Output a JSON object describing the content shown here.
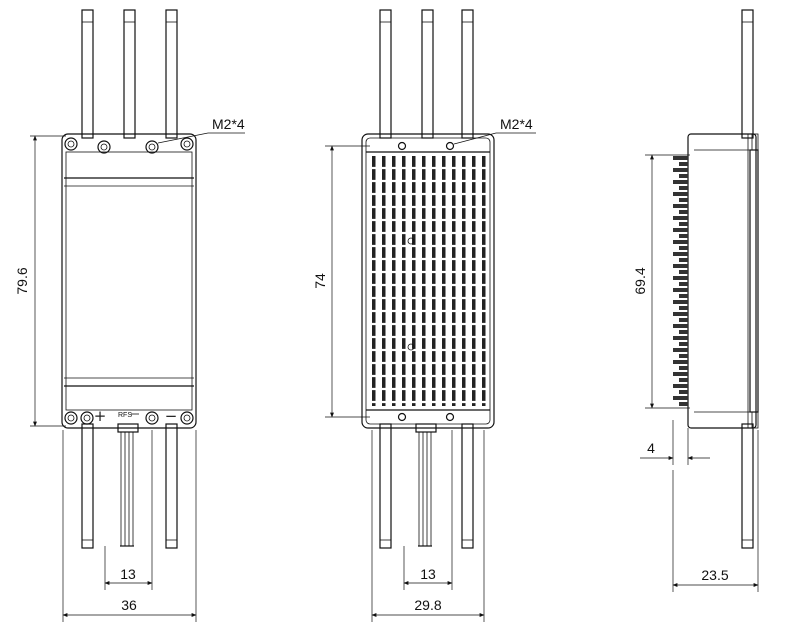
{
  "views": {
    "front": {
      "screw_callout": "M2*4",
      "height_dim": "79.6",
      "width_dim": "36",
      "wire_spacing_dim": "13",
      "plus_symbol": "+",
      "minus_symbol": "−",
      "rfs_label": "RFS"
    },
    "back": {
      "screw_callout": "M2*4",
      "height_dim": "74",
      "width_dim": "29.8",
      "wire_spacing_dim": "13"
    },
    "side": {
      "height_dim": "69.4",
      "fin_depth_dim": "4",
      "depth_dim": "23.5"
    }
  }
}
